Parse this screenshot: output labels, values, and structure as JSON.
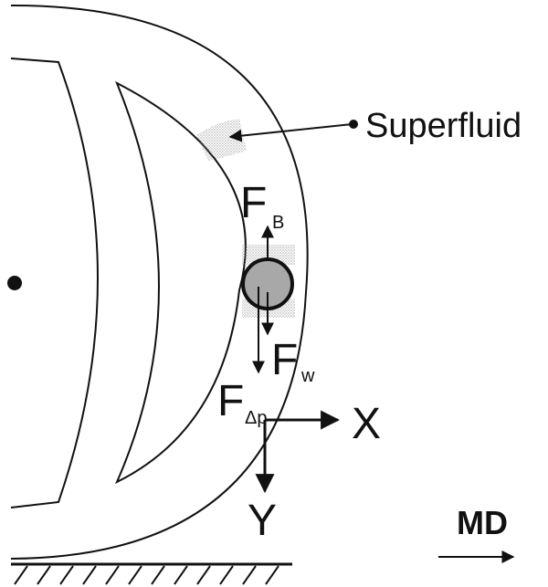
{
  "labels": {
    "superfluid": "Superfluid",
    "force_buoyancy_main": "F",
    "force_buoyancy_sub": "B",
    "force_weight_main": "F",
    "force_weight_sub": "w",
    "force_pressure_main": "F",
    "force_pressure_sub": "Δp",
    "axis_x": "X",
    "axis_y": "Y",
    "machine_direction": "MD"
  },
  "colors": {
    "line": "#111111",
    "particle_fill": "#a8a8a8",
    "stipple": "#777777"
  }
}
